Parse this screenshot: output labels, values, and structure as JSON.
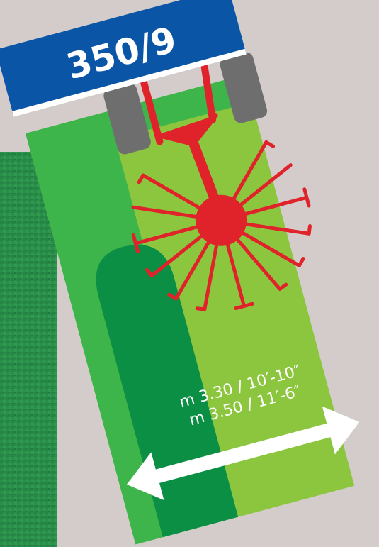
{
  "card": {
    "model_label": "350/9",
    "width_line_1": "m 3.30 / 10′-10″",
    "width_line_2": "m 3.50 / 11′-6″"
  },
  "colors": {
    "background": "#d3ccca",
    "banner_blue": "#0b55a6",
    "card_green": "#8cc63f",
    "dark_green": "#0a8f45",
    "mid_green": "#3db54a",
    "grass_texture": "#2a8f4a",
    "machine_red": "#e0222a",
    "tire_gray": "#6e6e6e",
    "arrow_white": "#ffffff"
  },
  "icons": {
    "machine": "tedder-rotor-icon",
    "tires": "tractor-wheel-icon",
    "width_arrow": "double-headed-arrow-icon"
  }
}
